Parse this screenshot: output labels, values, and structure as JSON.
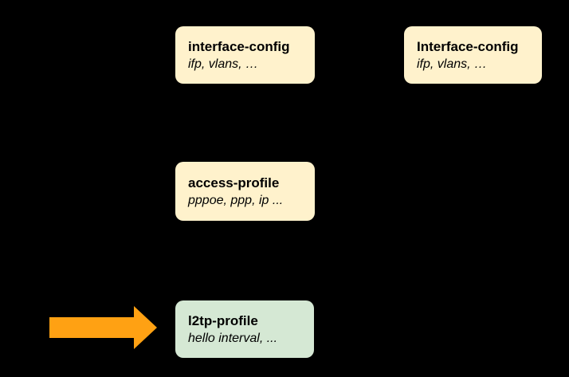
{
  "canvas": {
    "type": "diagram",
    "description": "Configuration hierarchy diagram with three yellow nodes and one highlighted green node pointed at by an orange arrow"
  },
  "colors": {
    "page_background": "#000000",
    "box_yellow": "#FFF2CC",
    "box_green": "#D5E8D4",
    "arrow_orange": "#FFA113",
    "text": "#000000"
  },
  "nodes": [
    {
      "title": "interface-config",
      "subtitle": "ifp, vlans, …",
      "fill": "#FFF2CC",
      "highlighted": false
    },
    {
      "title": "Interface-config",
      "subtitle": "ifp, vlans, …",
      "fill": "#FFF2CC",
      "highlighted": false
    },
    {
      "title": "access-profile",
      "subtitle": "pppoe, ppp, ip ...",
      "fill": "#FFF2CC",
      "highlighted": false
    },
    {
      "title": "l2tp-profile",
      "subtitle": "hello interval, ...",
      "fill": "#D5E8D4",
      "highlighted": true
    }
  ],
  "icons": {
    "highlight_arrow": "right-arrow"
  }
}
